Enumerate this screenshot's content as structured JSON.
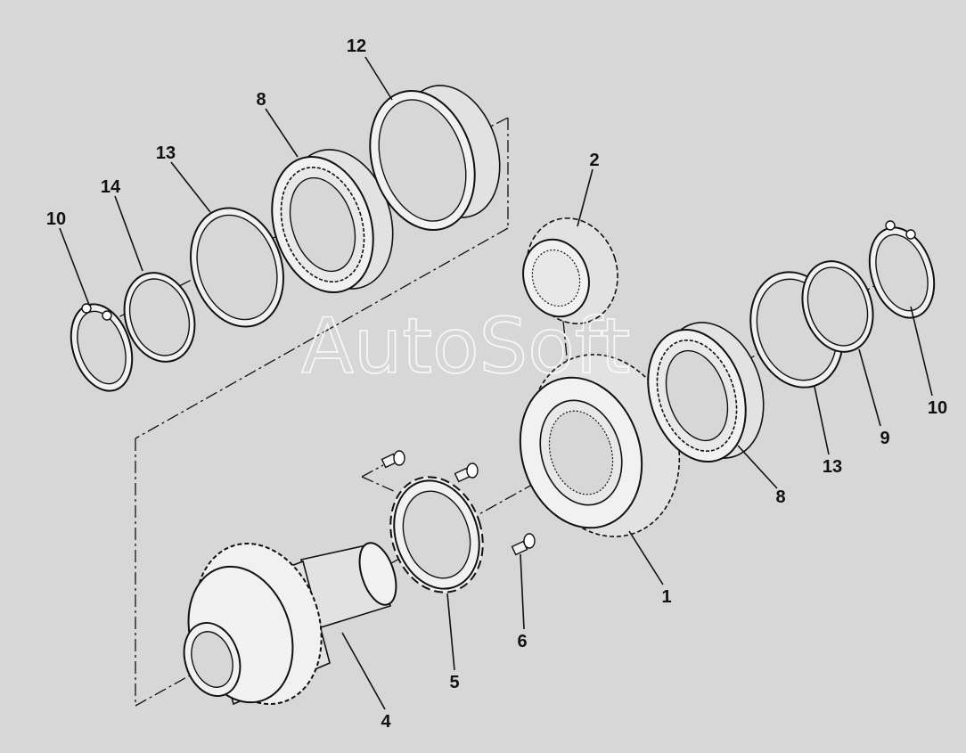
{
  "watermark": "AutoSoft",
  "callouts": [
    {
      "id": "c12",
      "text": "12"
    },
    {
      "id": "c8a",
      "text": "8"
    },
    {
      "id": "c13a",
      "text": "13"
    },
    {
      "id": "c14",
      "text": "14"
    },
    {
      "id": "c10a",
      "text": "10"
    },
    {
      "id": "c2",
      "text": "2"
    },
    {
      "id": "c10b",
      "text": "10"
    },
    {
      "id": "c9",
      "text": "9"
    },
    {
      "id": "c13b",
      "text": "13"
    },
    {
      "id": "c8b",
      "text": "8"
    },
    {
      "id": "c1",
      "text": "1"
    },
    {
      "id": "c6",
      "text": "6"
    },
    {
      "id": "c5",
      "text": "5"
    },
    {
      "id": "c4",
      "text": "4"
    }
  ],
  "colors": {
    "background": "#d7d7d7",
    "line": "#111111",
    "part_fill": "#f1f1f1"
  }
}
